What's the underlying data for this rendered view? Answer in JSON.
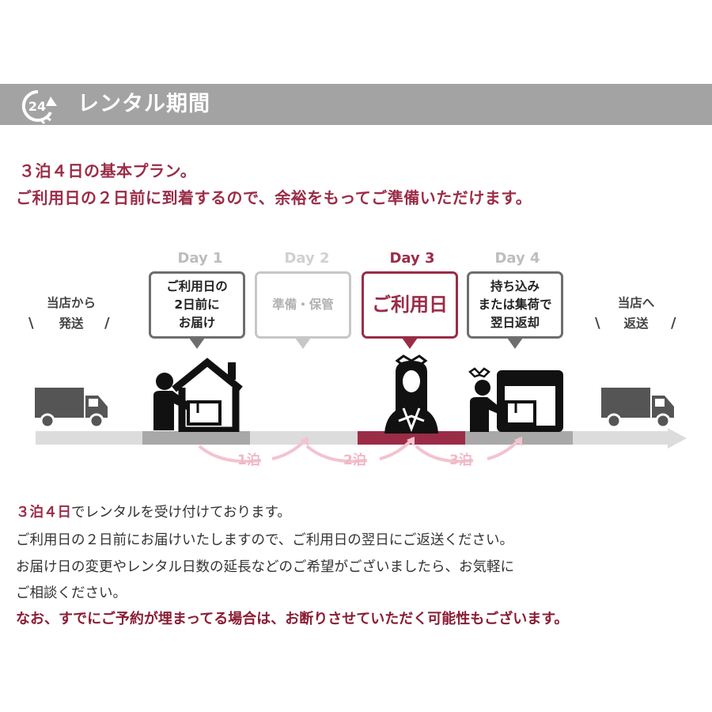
{
  "colors": {
    "accent": "#9b2c47",
    "header_bg": "#a3a3a3",
    "timeline": "#dcdcdc",
    "timeline_dark": "#a8a8a8",
    "arc": "#f3c3cf"
  },
  "header": {
    "title": "レンタル期間",
    "badge": "24",
    "icon": "clock-24-icon"
  },
  "intro": {
    "line1": "３泊４日の基本プラン。",
    "line2": "ご利用日の２日前に到着するので、余裕をもってご準備いただけます。"
  },
  "timeline": {
    "left": {
      "text": "当店から\n発送",
      "icon": "truck-icon"
    },
    "right": {
      "text": "当店へ\n返送",
      "icon": "truck-icon"
    },
    "days": [
      {
        "label": "Day 1",
        "box": "ご利用日の\n2日前に\nお届け",
        "icon": "delivery-house-icon"
      },
      {
        "label": "Day 2",
        "box": "準備・保管"
      },
      {
        "label": "Day 3",
        "box": "ご利用日",
        "icon": "bride-icon"
      },
      {
        "label": "Day 4",
        "box": "持ち込み\nまたは集荷で\n翌日返却",
        "icon": "return-box-icon"
      }
    ],
    "nights": [
      "1泊",
      "2泊",
      "3泊"
    ]
  },
  "body": {
    "line1_highlight": "３泊４日",
    "line1_rest": "でレンタルを受け付けております。",
    "line2": "ご利用日の２日前にお届けいたしますので、ご利用日の翌日にご返送ください。",
    "line3": "お届け日の変更やレンタル日数の延長などのご希望がございましたら、お気軽に",
    "line4": "ご相談ください。",
    "line5": "なお、すでにご予約が埋まってる場合は、お断りさせていただく可能性もございます。"
  }
}
